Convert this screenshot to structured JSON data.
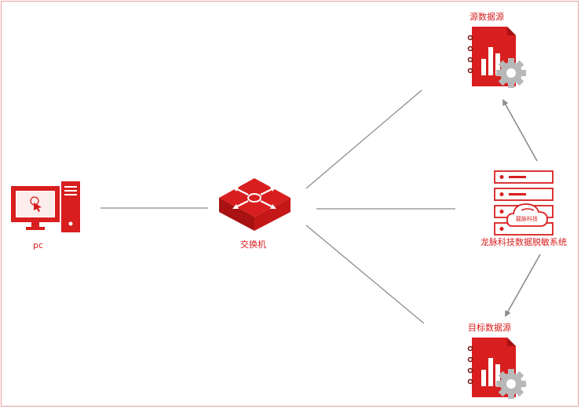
{
  "labels": {
    "pc": "pc",
    "switch": "交换机",
    "source": "源数据源",
    "masking_system": "龙脉科技数据脱敏系统",
    "target": "目标数据源",
    "cloud_logo": "龍脉科技"
  },
  "colors": {
    "accent": "#d81e1e",
    "line": "#8c8c8c",
    "gear": "#b8b8b8",
    "frame": "#e8a0a0"
  },
  "icons": {
    "pc": "computer-icon",
    "switch": "network-switch-icon",
    "source": "database-document-gear-icon",
    "masking_system": "server-cloud-icon",
    "target": "database-document-gear-icon"
  }
}
